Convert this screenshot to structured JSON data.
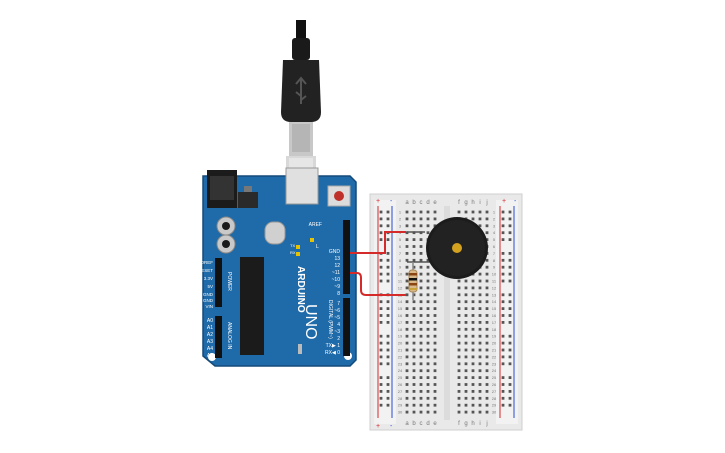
{
  "arduino": {
    "brand": "ARDUINO",
    "model": "UNO",
    "labels": {
      "aref": "AREF",
      "gnd": "GND",
      "d13": "13",
      "d12": "12",
      "d11": "~11",
      "d10": "~10",
      "d9": "~9",
      "d8": "8",
      "d7": "7",
      "d6": "~6",
      "d5": "~5",
      "d4": "4",
      "d3": "~3",
      "d2": "2",
      "tx": "TX▶ 1",
      "rx": "RX◀ 0",
      "digital": "DIGITAL (PWM~)",
      "l": "L",
      "tx_led": "TX",
      "rx_led": "RX",
      "ioref": "IOREF",
      "reset": "RESET",
      "v33": "3.3V",
      "v5": "5V",
      "gnd1": "GND",
      "gnd2": "GND",
      "vin": "VIN",
      "power": "POWER",
      "a0": "A0",
      "a1": "A1",
      "a2": "A2",
      "a3": "A3",
      "a4": "A4",
      "a5": "A5",
      "analog_in": "ANALOG IN"
    },
    "board_color": "#1f6aa8"
  },
  "breadboard": {
    "columns_left": [
      "a",
      "b",
      "c",
      "d",
      "e"
    ],
    "columns_right": [
      "f",
      "g",
      "h",
      "i",
      "j"
    ],
    "rows": 30,
    "plus": "+",
    "minus": "-"
  },
  "wire_color": "#d42a2a",
  "buzzer_color": "#222222"
}
